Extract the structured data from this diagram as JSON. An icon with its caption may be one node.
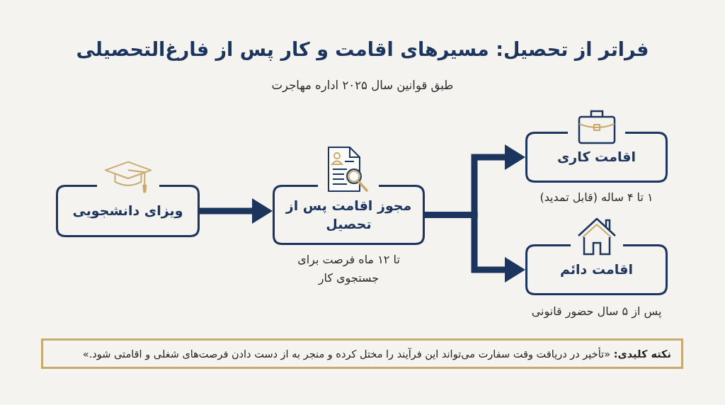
{
  "diagram": {
    "title": "فراتر از تحصیل: مسیرهای اقامت و کار پس از فارغ‌التحصیلی",
    "nodes": [
      {
        "text": [
          "ویزای دانشجویی"
        ]
      },
      {
        "text": [
          "مجوز اقامت پس از تحصیل"
        ],
        "beside": [
          "تا ۱۲ ماه فرصت برای جستجوی کار"
        ]
      },
      {
        "text": [
          "اقامت کاری"
        ],
        "beside": [
          "۱ تا ۴ ساله (قابل تمدید)"
        ]
      },
      {
        "text": [
          "اقامت دائم"
        ],
        "beside": [
          "پس از ۵ سال حضور قانونی"
        ]
      },
      {
        "text": [
          "**نکته کلیدی:** «تأخیر در دریافت وقت سفارت می‌تواند این فرآیند را مختل کرده و منجر به از دست دادن فرصت‌های شغلی و اقامتی شود.»"
        ]
      }
    ],
    "edges": [
      {
        "from": 0,
        "to": 1,
        "arrow": "to"
      },
      {
        "from": 1,
        "to": 2,
        "arrow": "to"
      },
      {
        "from": 1,
        "to": 3,
        "arrow": "to"
      }
    ],
    "labels": [
      "طبق قوانین سال ۲۰۲۵ اداره مهاجرت"
    ]
  }
}
